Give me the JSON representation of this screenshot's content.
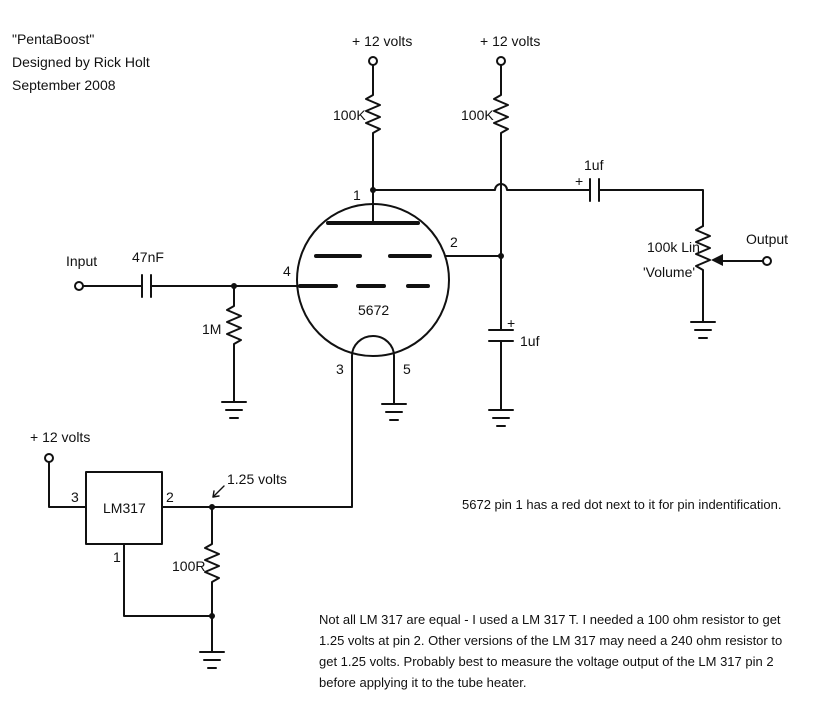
{
  "header": {
    "title": "\"PentaBoost\"",
    "designer": "Designed by Rick Holt",
    "date": "September 2008"
  },
  "labels": {
    "plus12_left": "+ 12 volts",
    "plus12_mid": "+ 12 volts",
    "plus12_right": "+ 12 volts",
    "r_plate": "100K",
    "r_screen": "100K",
    "c_out": "1uf",
    "c_screen": "1uf",
    "cap_plus_out": "+",
    "cap_plus_screen": "+",
    "input": "Input",
    "c_in": "47nF",
    "r_grid": "1M",
    "tube_type": "5672",
    "pin1": "1",
    "pin2": "2",
    "pin3": "3",
    "pin4": "4",
    "pin5": "5",
    "pot_value": "100k Lin",
    "pot_name": "'Volume'",
    "output": "Output",
    "regulator": "LM317",
    "reg_pin1": "1",
    "reg_pin2": "2",
    "reg_pin3": "3",
    "heater_voltage": "1.25 volts",
    "r_adj": "100R"
  },
  "notes": {
    "pin_ident": "5672 pin 1 has a red dot next to it for pin indentification.",
    "lm317_lines": [
      "Not all LM 317 are equal - I used a LM 317 T. I needed a 100 ohm resistor to get",
      "1.25 volts at pin 2. Other versions of the LM 317 may need a 240 ohm resistor to",
      "get 1.25 volts. Probably best to measure the voltage output of the LM 317 pin 2",
      "before applying it to the tube heater."
    ]
  }
}
